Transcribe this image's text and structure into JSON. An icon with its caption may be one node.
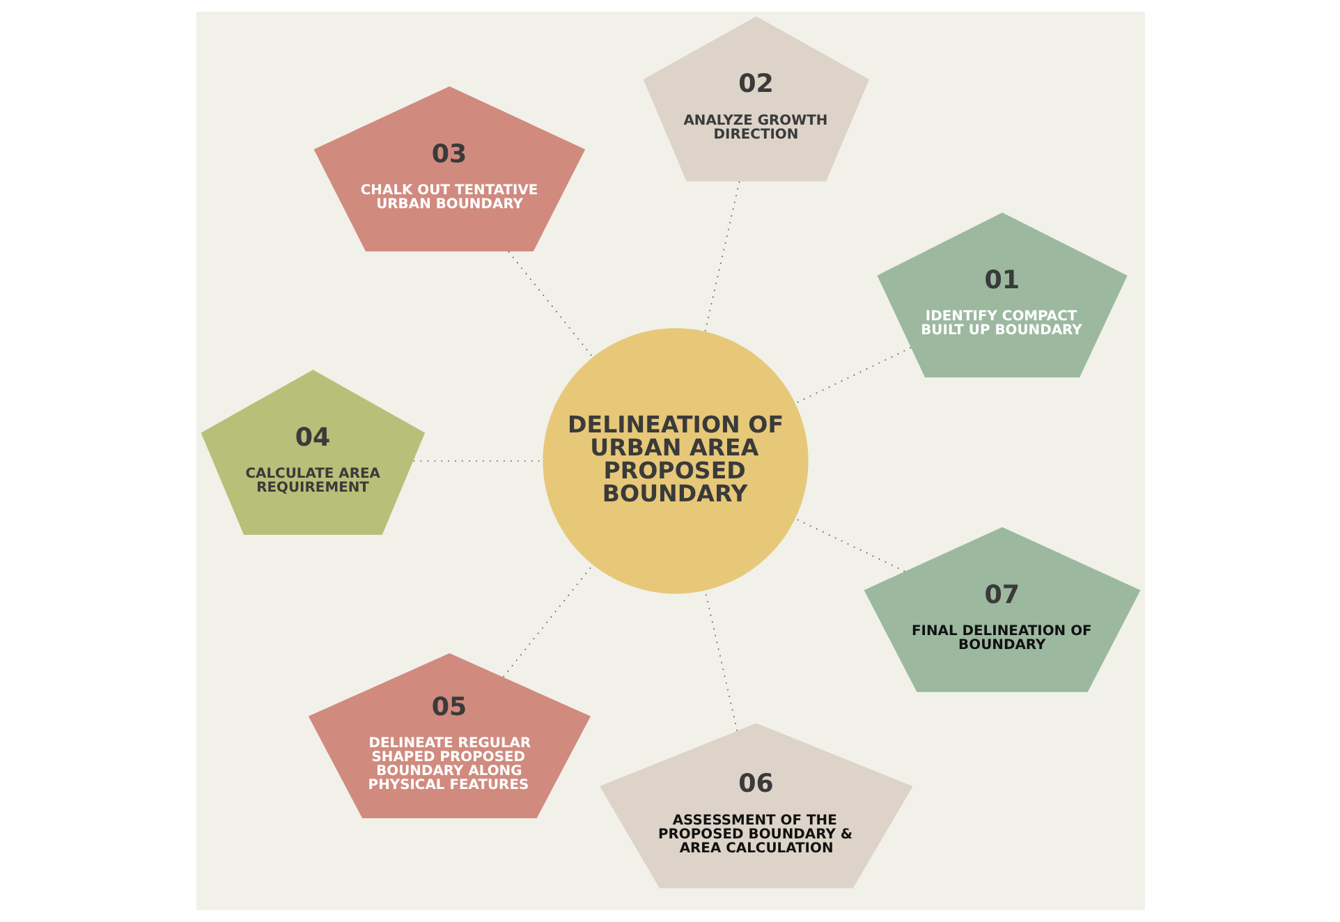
{
  "diagram": {
    "nodes": [
      {
        "text": [
          "01",
          "IDENTIFY COMPACT BUILT UP BOUNDARY"
        ]
      },
      {
        "text": [
          "02",
          "ANALYZE GROWTH DIRECTION"
        ]
      },
      {
        "text": [
          "03",
          "CHALK OUT TENTATIVE URBAN BOUNDARY"
        ]
      },
      {
        "text": [
          "04",
          "CALCULATE AREA REQUIREMENT"
        ]
      },
      {
        "text": [
          "05",
          "DELINEATE REGULAR SHAPED PROPOSED BOUNDARY ALONG PHYSICAL FEATURES"
        ]
      },
      {
        "text": [
          "06",
          "ASSESSMENT OF THE PROPOSED BOUNDARY & AREA CALCULATION"
        ]
      },
      {
        "text": [
          "07",
          "FINAL DELINEATION OF BOUNDARY"
        ]
      },
      {
        "text": [
          "DELINEATION OF URBAN AREA PROPOSED BOUNDARY"
        ]
      }
    ],
    "edges": [
      {
        "from": 0,
        "to": 7,
        "arrow": "none",
        "style": "dashed"
      },
      {
        "from": 1,
        "to": 7,
        "arrow": "none",
        "style": "dashed"
      },
      {
        "from": 2,
        "to": 7,
        "arrow": "none",
        "style": "dashed"
      },
      {
        "from": 3,
        "to": 7,
        "arrow": "none",
        "style": "dashed"
      },
      {
        "from": 4,
        "to": 7,
        "arrow": "none",
        "style": "dashed"
      },
      {
        "from": 5,
        "to": 7,
        "arrow": "none",
        "style": "dashed"
      },
      {
        "from": 6,
        "to": 7,
        "arrow": "none",
        "style": "dashed"
      }
    ]
  }
}
